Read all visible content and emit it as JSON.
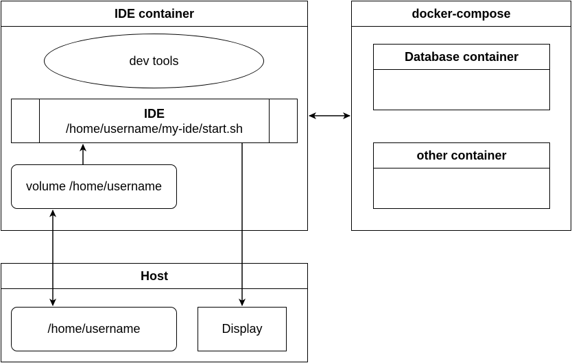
{
  "ide_container": {
    "title": "IDE container"
  },
  "dev_tools": {
    "label": "dev tools"
  },
  "ide_process": {
    "title": "IDE",
    "path": "/home/username/my-ide/start.sh"
  },
  "volume": {
    "label": "volume /home/username"
  },
  "docker_compose": {
    "title": "docker-compose",
    "containers": [
      {
        "title": "Database container"
      },
      {
        "title": "other container"
      }
    ]
  },
  "host": {
    "title": "Host",
    "home": {
      "label": "/home/username"
    },
    "display": {
      "label": "Display"
    }
  }
}
